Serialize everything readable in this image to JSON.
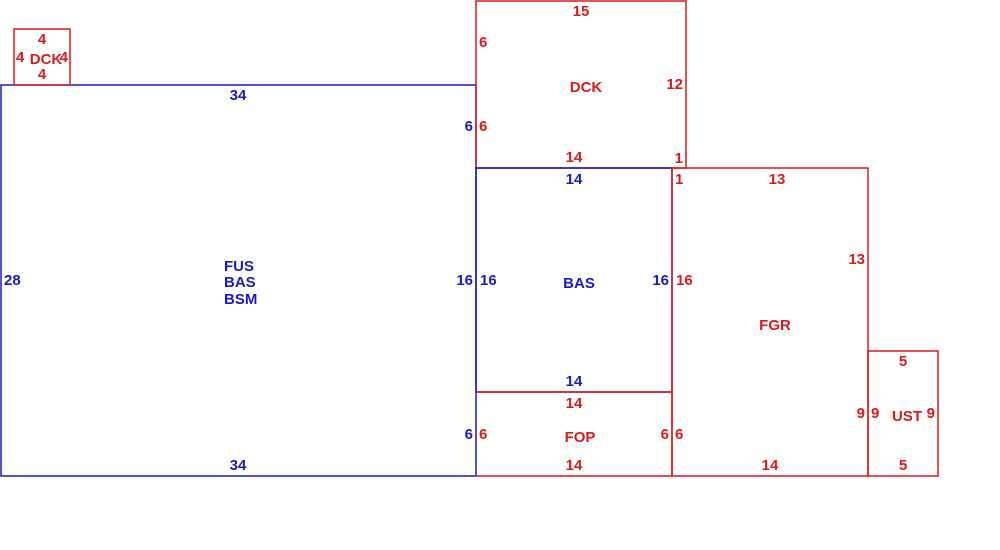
{
  "colors": {
    "main": "#1a1acc",
    "other": "#dd1a1a"
  },
  "areas": {
    "main": {
      "label_lines": [
        "FUS",
        "BAS",
        "BSM"
      ],
      "top": "34",
      "bottom": "34",
      "left": "28",
      "right_upper": "6",
      "right_middle": "16",
      "right_lower": "6"
    },
    "basement": {
      "label": "BAS",
      "top": "14",
      "bottom": "14",
      "left": "16",
      "right": "16"
    },
    "small_deck": {
      "label": "DCK",
      "top": "4",
      "bottom": "4",
      "left": "4",
      "right": "4"
    },
    "deck": {
      "label": "DCK",
      "top": "15",
      "bottom": "14",
      "left": "6",
      "left_lower": "6",
      "right": "12",
      "right_lower": "1"
    },
    "garage": {
      "label": "FGR",
      "top": "13",
      "bottom": "14",
      "left_top": "1",
      "left_middle": "16",
      "left_lower": "6",
      "right_upper": "13",
      "right_lower": "9"
    },
    "porch": {
      "label": "FOP",
      "top": "14",
      "bottom": "14",
      "left": "6",
      "right": "6"
    },
    "utility": {
      "label": "UST",
      "top": "5",
      "bottom": "5",
      "left": "9",
      "right": "9"
    }
  }
}
